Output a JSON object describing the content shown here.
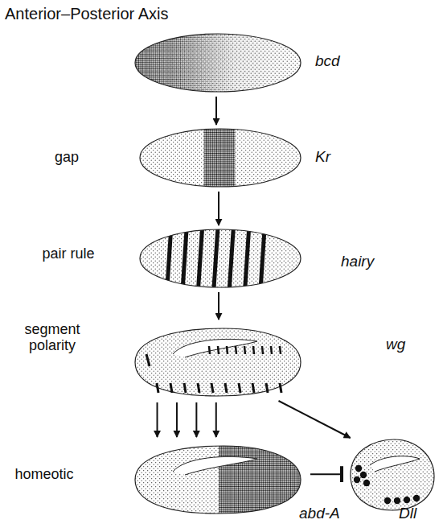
{
  "diagram": {
    "title": "Anterior–Posterior Axis",
    "nodes": [
      {
        "text": [
          "bcd"
        ]
      },
      {
        "text": [
          "gap",
          "Kr"
        ]
      },
      {
        "text": [
          "pair rule",
          "hairy"
        ]
      },
      {
        "text": [
          "segment polarity",
          "wg"
        ]
      },
      {
        "text": [
          "homeotic",
          "abd-A"
        ]
      },
      {
        "text": [
          "Dll"
        ]
      }
    ],
    "edges": [
      {
        "from": 0,
        "to": 1,
        "arrow": "to"
      },
      {
        "from": 1,
        "to": 2,
        "arrow": "to"
      },
      {
        "from": 2,
        "to": 3,
        "arrow": "to"
      },
      {
        "from": 3,
        "to": 4,
        "arrow": "to"
      },
      {
        "from": 3,
        "to": 4,
        "arrow": "to"
      },
      {
        "from": 3,
        "to": 4,
        "arrow": "to"
      },
      {
        "from": 3,
        "to": 4,
        "arrow": "to"
      },
      {
        "from": 3,
        "to": 5,
        "arrow": "to"
      },
      {
        "from": 4,
        "to": 5,
        "arrow": "to"
      }
    ]
  }
}
